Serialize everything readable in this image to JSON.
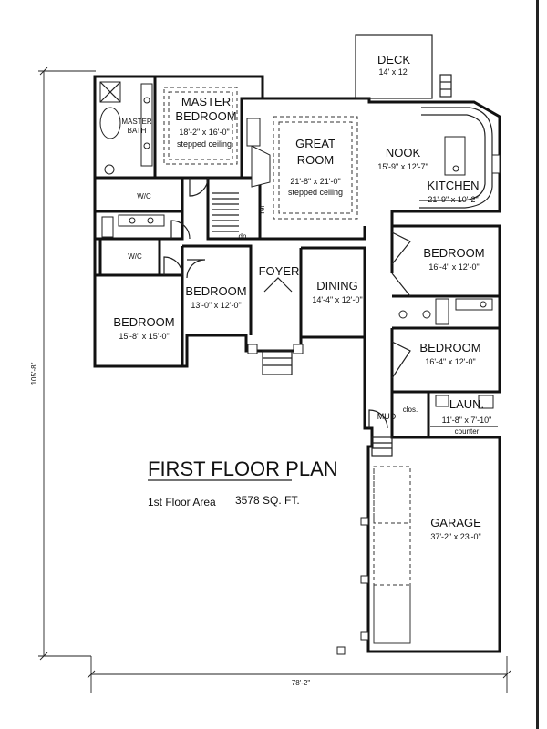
{
  "plan": {
    "title": "FIRST FLOOR PLAN",
    "area_label": "1st Floor Area",
    "area_value": "3578 SQ. FT.",
    "overall_width": "78'-2\"",
    "overall_depth": "105'-8\""
  },
  "rooms": {
    "deck": {
      "name": "DECK",
      "size": "14' x 12'"
    },
    "master_bedroom": {
      "name1": "MASTER",
      "name2": "BEDROOM",
      "size": "18'-2\" x 16'-0\"",
      "note": "stepped ceiling"
    },
    "master_bath": {
      "name1": "MASTER",
      "name2": "BATH"
    },
    "great_room": {
      "name1": "GREAT",
      "name2": "ROOM",
      "size": "21'-8\" x 21'-0\"",
      "note": "stepped ceiling"
    },
    "nook": {
      "name": "NOOK",
      "size": "15'-9\" x 12'-7\""
    },
    "kitchen": {
      "name": "KITCHEN",
      "size": "21'-9\" x 10'-2\""
    },
    "wic_master": {
      "name": "W/C"
    },
    "wic_hall": {
      "name": "W/C"
    },
    "bedroom_center": {
      "name": "BEDROOM",
      "size": "13'-0\" x 12'-0\""
    },
    "bedroom_left": {
      "name": "BEDROOM",
      "size": "15'-8\" x 15'-0\""
    },
    "foyer": {
      "name": "FOYER"
    },
    "dining": {
      "name": "DINING",
      "size": "14'-4\" x 12'-0\""
    },
    "bedroom_right_top": {
      "name": "BEDROOM",
      "size": "16'-4\" x 12'-0\""
    },
    "bedroom_right_bottom": {
      "name": "BEDROOM",
      "size": "16'-4\" x 12'-0\""
    },
    "laundry": {
      "name": "LAUN.",
      "size": "11'-8\" x 7'-10\"",
      "note": "counter"
    },
    "mud": {
      "name": "MUD"
    },
    "closet": {
      "name": "clos."
    },
    "garage": {
      "name": "GARAGE",
      "size": "37'-2\" x 23'-0\""
    },
    "stair_dn": "dn",
    "ref": "ref"
  }
}
